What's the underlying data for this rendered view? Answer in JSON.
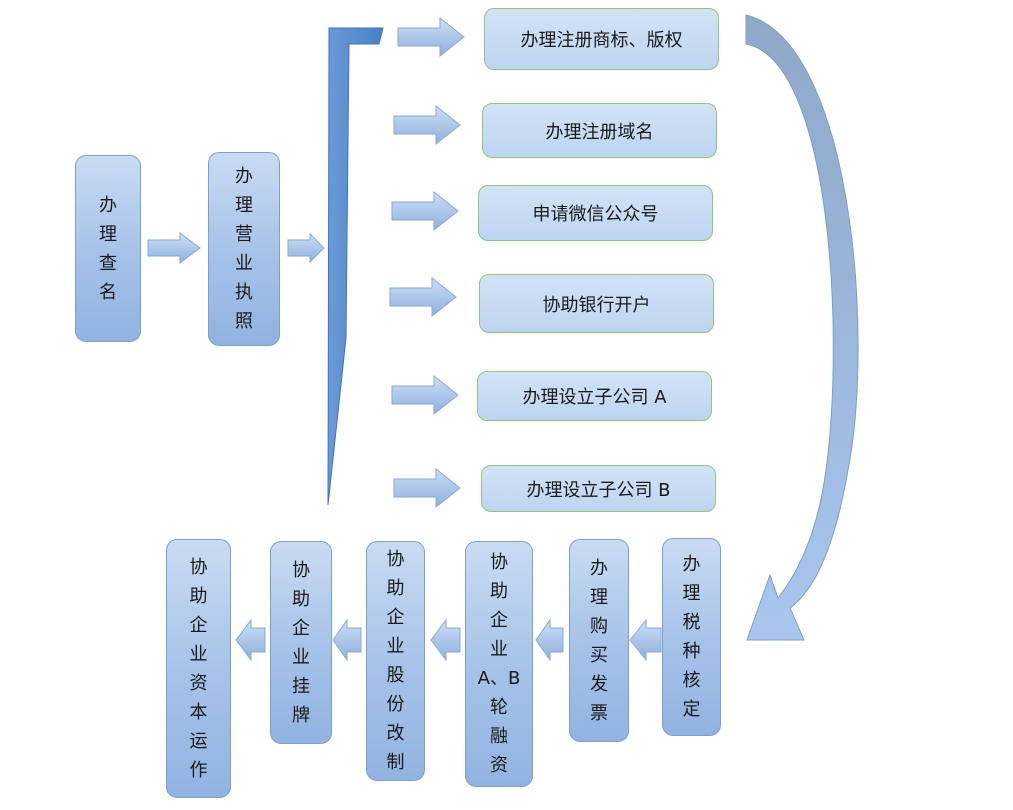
{
  "diagram": {
    "start_steps": [
      {
        "id": "name-check",
        "lines": [
          "办",
          "理",
          "查",
          "名"
        ]
      },
      {
        "id": "business-license",
        "lines": [
          "办",
          "理",
          "营",
          "业",
          "执",
          "照"
        ]
      }
    ],
    "parallel_tasks": [
      {
        "id": "trademark-copyright",
        "label": "办理注册商标、版权"
      },
      {
        "id": "domain-name",
        "label": "办理注册域名"
      },
      {
        "id": "wechat-account",
        "label": "申请微信公众号"
      },
      {
        "id": "bank-account",
        "label": "协助银行开户"
      },
      {
        "id": "subsidiary-a",
        "label": "办理设立子公司 A"
      },
      {
        "id": "subsidiary-b",
        "label": "办理设立子公司 B"
      }
    ],
    "bottom_steps": [
      {
        "id": "tax-verification",
        "lines": [
          "办",
          "理",
          "税",
          "种",
          "核",
          "定"
        ]
      },
      {
        "id": "purchase-invoice",
        "lines": [
          "办",
          "理",
          "购",
          "买",
          "发",
          "票"
        ]
      },
      {
        "id": "financing-ab",
        "lines": [
          "协",
          "助",
          "企",
          "业",
          "A、B",
          "轮",
          "融",
          "资"
        ]
      },
      {
        "id": "share-reform",
        "lines": [
          "协",
          "助",
          "企",
          "业",
          "股",
          "份",
          "改",
          "制"
        ]
      },
      {
        "id": "listing",
        "lines": [
          "协",
          "助",
          "企",
          "业",
          "挂",
          "牌"
        ]
      },
      {
        "id": "capital-operation",
        "lines": [
          "协",
          "助",
          "企",
          "业",
          "资",
          "本",
          "运",
          "作"
        ]
      }
    ],
    "colors": {
      "box_border_blue": "#7e9fc9",
      "box_border_green": "#93c47d",
      "arrow_fill": "#9fbde6",
      "bracket_fill": "#5b8fcf",
      "curve_fill": "#7fa4d6"
    }
  }
}
